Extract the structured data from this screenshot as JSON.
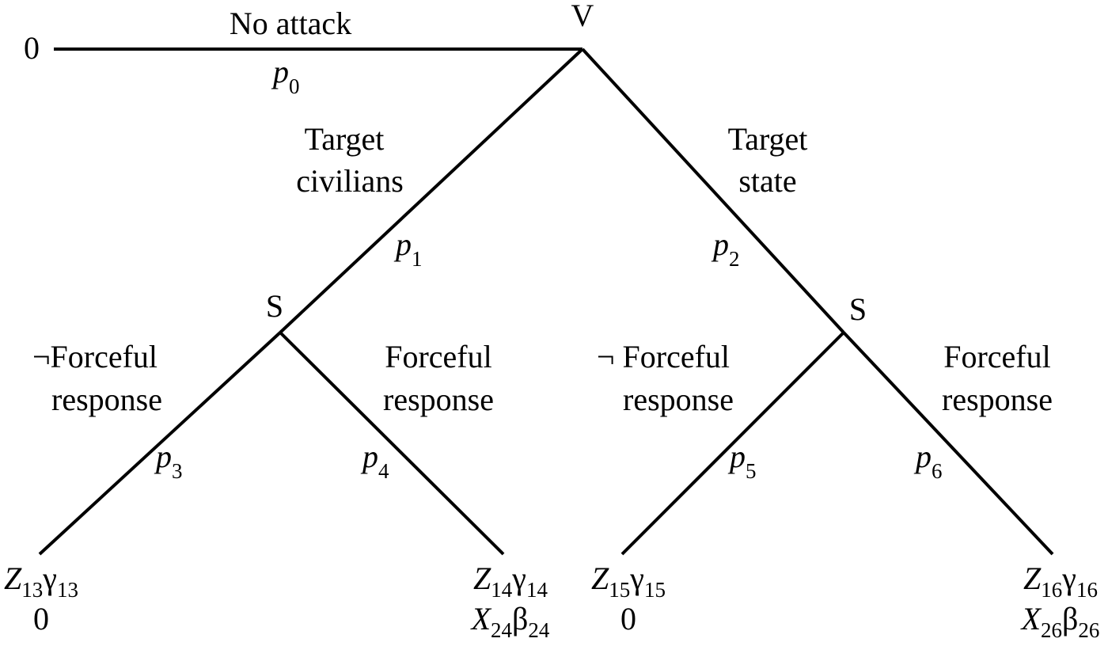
{
  "nodes": {
    "root": "V",
    "left_state": "S",
    "right_state": "S"
  },
  "no_attack": {
    "payoff": "0",
    "label": "No attack",
    "prob": {
      "var": "p",
      "sub": "0"
    }
  },
  "target_civilians": {
    "line1": "Target",
    "line2": "civilians",
    "prob": {
      "var": "p",
      "sub": "1"
    }
  },
  "target_state": {
    "line1": "Target",
    "line2": "state",
    "prob": {
      "var": "p",
      "sub": "2"
    }
  },
  "responses": [
    {
      "line1": "¬Forceful",
      "line2": "response",
      "prob": {
        "var": "p",
        "sub": "3"
      }
    },
    {
      "line1": "Forceful",
      "line2": "response",
      "prob": {
        "var": "p",
        "sub": "4"
      }
    },
    {
      "line1": "¬ Forceful",
      "line2": "response",
      "prob": {
        "var": "p",
        "sub": "5"
      }
    },
    {
      "line1": "Forceful",
      "line2": "response",
      "prob": {
        "var": "p",
        "sub": "6"
      }
    }
  ],
  "payoffs": [
    {
      "z": "Z",
      "z_sub": "13",
      "g": "γ",
      "g_sub": "13",
      "second": "0"
    },
    {
      "z": "Z",
      "z_sub": "14",
      "g": "γ",
      "g_sub": "14",
      "x": "X",
      "x_sub": "24",
      "b": "β",
      "b_sub": "24"
    },
    {
      "z": "Z",
      "z_sub": "15",
      "g": "γ",
      "g_sub": "15",
      "second": "0"
    },
    {
      "z": "Z",
      "z_sub": "16",
      "g": "γ",
      "g_sub": "16",
      "x": "X",
      "x_sub": "26",
      "b": "β",
      "b_sub": "26"
    }
  ]
}
